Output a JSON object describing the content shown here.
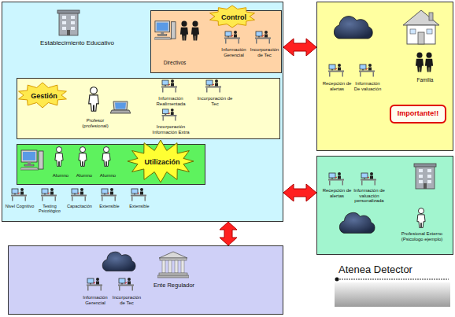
{
  "diagram": {
    "nodes": [
      {
        "text": [
          "Establecimiento Educativo",
          "Nivel Cognitivo",
          "Testing Psicológico",
          "Capacitación",
          "Extensible",
          "Extensible"
        ]
      },
      {
        "text": [
          "Control",
          "Directivos",
          "Información Gerencial",
          "Incorporación de Tec"
        ],
        "in": 0
      },
      {
        "text": [
          "Gestión",
          "Profesor (profesional)",
          "Información Realimentada",
          "Incorporación de Tec",
          "Incorporación Información Extra"
        ],
        "in": 0
      },
      {
        "text": [
          "Alumno",
          "Alumno",
          "Alumno",
          "Utilización"
        ],
        "in": 0
      },
      {
        "text": [
          "Recepción de alertas",
          "Información De valuación",
          "Familia"
        ]
      },
      {
        "text": [
          "Importante!!"
        ],
        "in": 4
      },
      {
        "text": [
          "Recepción de alertas",
          "Información de valuación personalizada",
          "Profesional Externo (Psicologo ejemplo)"
        ]
      },
      {
        "text": [
          "Ente Regulador",
          "Información Gerencial",
          "Incorporación de Tec"
        ]
      }
    ],
    "edges": [
      {
        "from": 0,
        "to": 4,
        "arrow": "both"
      },
      {
        "from": 0,
        "to": 6,
        "arrow": "both"
      },
      {
        "from": 0,
        "to": 7,
        "arrow": "both"
      }
    ],
    "labels": [
      "Atenea Detector"
    ]
  }
}
